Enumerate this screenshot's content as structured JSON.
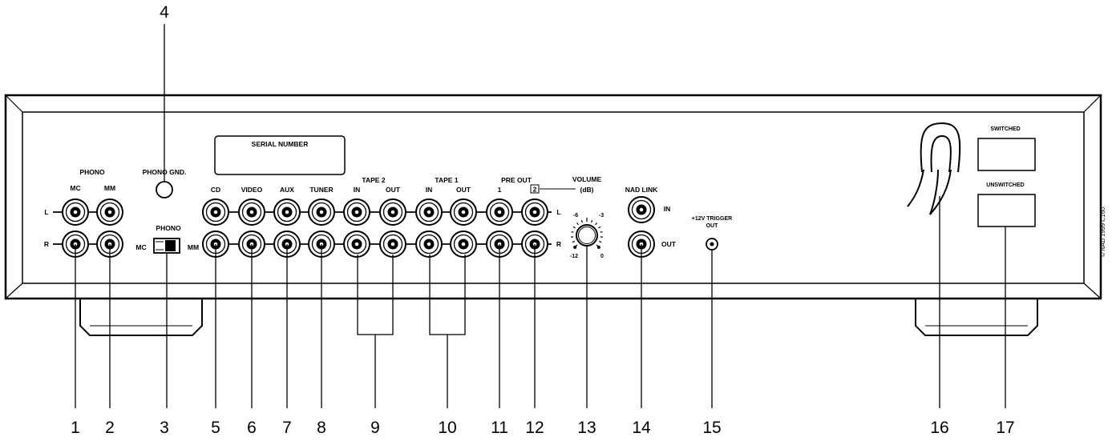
{
  "labels": {
    "phono": "PHONO",
    "mc": "MC",
    "mm": "MM",
    "phono_gnd": "PHONO GND.",
    "serial_number": "SERIAL NUMBER",
    "switch_title": "PHONO",
    "switch_mc": "MC",
    "switch_mm": "MM",
    "cd": "CD",
    "video": "VIDEO",
    "aux": "AUX",
    "tuner": "TUNER",
    "tape2": "TAPE 2",
    "tape1": "TAPE 1",
    "in": "IN",
    "out": "OUT",
    "pre_out": "PRE OUT",
    "pre_out_1": "1",
    "pre_out_2": "2",
    "volume": "VOLUME",
    "db": "(dB)",
    "nad_link": "NAD LINK",
    "link_in": "IN",
    "link_out": "OUT",
    "trigger_line1": "+12V TRIGGER",
    "trigger_line2": "OUT",
    "left": "L",
    "right": "R",
    "switched": "SWITCHED",
    "unswitched": "UNSWITCHED",
    "vol_m6": "-6",
    "vol_m3": "-3",
    "vol_m12": "-12",
    "vol_0": "0",
    "copyright": "© NAD 1999   C160"
  },
  "callouts": [
    "1",
    "2",
    "3",
    "4",
    "5",
    "6",
    "7",
    "8",
    "9",
    "10",
    "11",
    "12",
    "13",
    "14",
    "15",
    "16",
    "17"
  ]
}
